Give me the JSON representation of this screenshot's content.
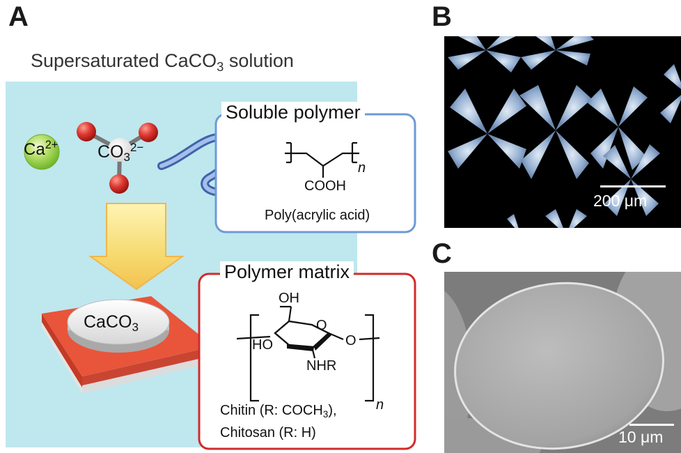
{
  "panels": {
    "a": "A",
    "b": "B",
    "c": "C"
  },
  "panel_a": {
    "title_main": "Supersaturated CaCO",
    "title_sub": "3",
    "title_tail": " solution",
    "ion_ca": {
      "base": "Ca",
      "sup": "2+"
    },
    "ion_co3": {
      "base": "CO",
      "sub": "3",
      "sup": "2−"
    },
    "substrate_label": {
      "base": "CaCO",
      "sub": "3"
    },
    "soluble_box": {
      "label": "Soluble polymer",
      "group": "COOH",
      "repeat": "n",
      "name": "Poly(acrylic acid)"
    },
    "matrix_box": {
      "label": "Polymer matrix",
      "oh": "OH",
      "ho": "HO",
      "ring_o": "O",
      "link_o": "O",
      "nhr": "NHR",
      "repeat": "n",
      "chitin_pre": "Chitin (R: COCH",
      "chitin_sub": "3",
      "chitin_post": "),",
      "chitosan": "Chitosan (R: H)"
    }
  },
  "panel_b": {
    "scale_label": "200 μm"
  },
  "panel_c": {
    "scale_label": "10 μm"
  },
  "colors": {
    "background_a": "#bfe7ee",
    "soluble_border": "#6d9ad6",
    "matrix_border": "#d22b2b",
    "substrate": "#e8553a",
    "arrow": "#f5dd79",
    "ca_ball": "#9ed34a",
    "o_ball": "#d9302d"
  }
}
